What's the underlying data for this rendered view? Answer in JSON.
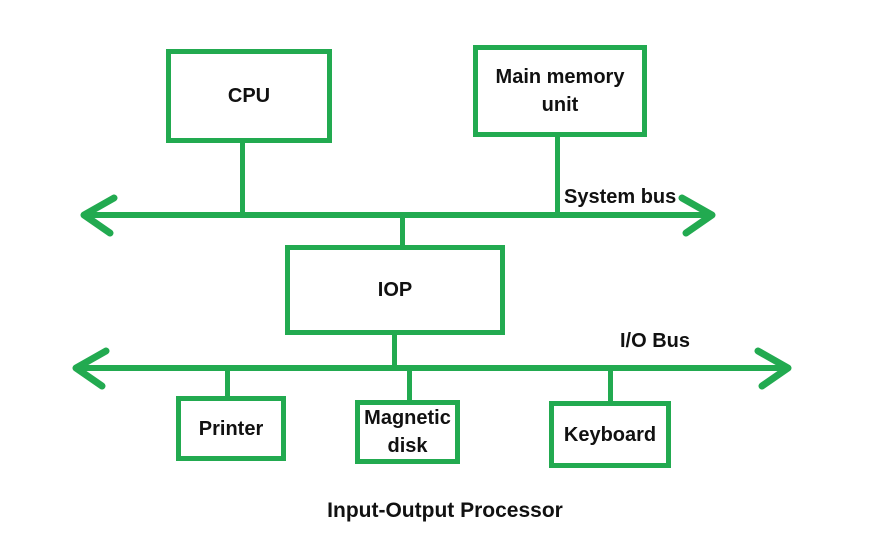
{
  "diagram": {
    "caption": "Input-Output Processor",
    "nodes": {
      "cpu": {
        "label": "CPU"
      },
      "main_memory": {
        "label": "Main memory unit"
      },
      "iop": {
        "label": "IOP"
      },
      "printer": {
        "label": "Printer"
      },
      "magnetic_disk": {
        "label": "Magnetic disk"
      },
      "keyboard": {
        "label": "Keyboard"
      }
    },
    "buses": {
      "system_bus": {
        "label": "System bus"
      },
      "io_bus": {
        "label": "I/O Bus"
      }
    },
    "colors": {
      "line": "#22aa50",
      "text": "#111111",
      "background": "#ffffff"
    }
  }
}
